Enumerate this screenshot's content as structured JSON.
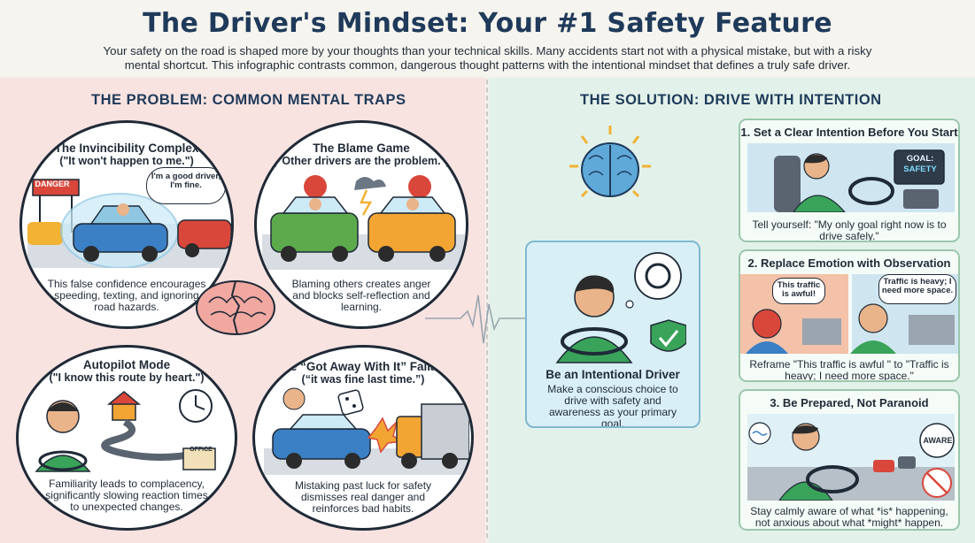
{
  "header": {
    "title": "The Driver's Mindset: Your #1 Safety Feature",
    "intro": "Your safety on the road is shaped more by your thoughts than your technical skills. Many accidents start not with a physical mistake, but with a risky mental shortcut. This infographic contrasts common, dangerous thought patterns with the intentional mindset that defines a truly safe driver."
  },
  "problem": {
    "heading": "THE PROBLEM: COMMON MENTAL TRAPS",
    "traps": [
      {
        "title": "The Invincibility Complex",
        "quote": "(\"It won't happen to me.\")",
        "speech": "I'm a good driver, I'm fine.",
        "sign": "DANGER",
        "desc": "This false confidence encourages speeding, texting, and ignoring road hazards."
      },
      {
        "title": "The Blame Game",
        "quote": "(\"Other drivers are the problem.\")",
        "desc": "Blaming others creates anger and blocks self-reflection and learning."
      },
      {
        "title": "Autopilot Mode",
        "quote": "(\"I know this route by heart.\")",
        "sign": "OFFICE",
        "desc": "Familiarity leads to complacency, significantly slowing reaction times to unexpected changes."
      },
      {
        "title": "The “Got Away With It” Fallacy",
        "quote": "(“it was fine last time.”)",
        "desc": "Mistaking past luck for safety dismisses real danger and reinforces bad habits."
      }
    ]
  },
  "solution": {
    "heading": "THE SOLUTION: DRIVE WITH INTENTION",
    "center": {
      "title": "Be an Intentional Driver",
      "desc": "Make a conscious choice to drive with safety and awareness as your primary goal."
    },
    "steps": [
      {
        "title": "1. Set a Clear Intention Before You Start",
        "goal_label": "GOAL:",
        "goal_value": "SAFETY",
        "caption": "Tell yourself: \"My only goal right now is to drive safely.\""
      },
      {
        "title": "2. Replace Emotion with Observation",
        "speech_a": "This traffic is awful!",
        "speech_b": "Traffic is heavy; I need more space.",
        "caption": "Reframe \"This traffic is awful \" to \"Traffic is heavy; I need more space.\""
      },
      {
        "title": "3. Be Prepared, Not Paranoid",
        "aware_label": "AWARE",
        "caption": "Stay calmly aware of what *is* happening, not anxious about what *might* happen."
      }
    ]
  },
  "colors": {
    "navy": "#1f3a5a",
    "problem_bg": "#f8e3e1",
    "solution_bg": "#e2f2ea",
    "danger_red": "#d9473b",
    "safe_green": "#3aa35a",
    "car_blue": "#3b7fc4"
  }
}
